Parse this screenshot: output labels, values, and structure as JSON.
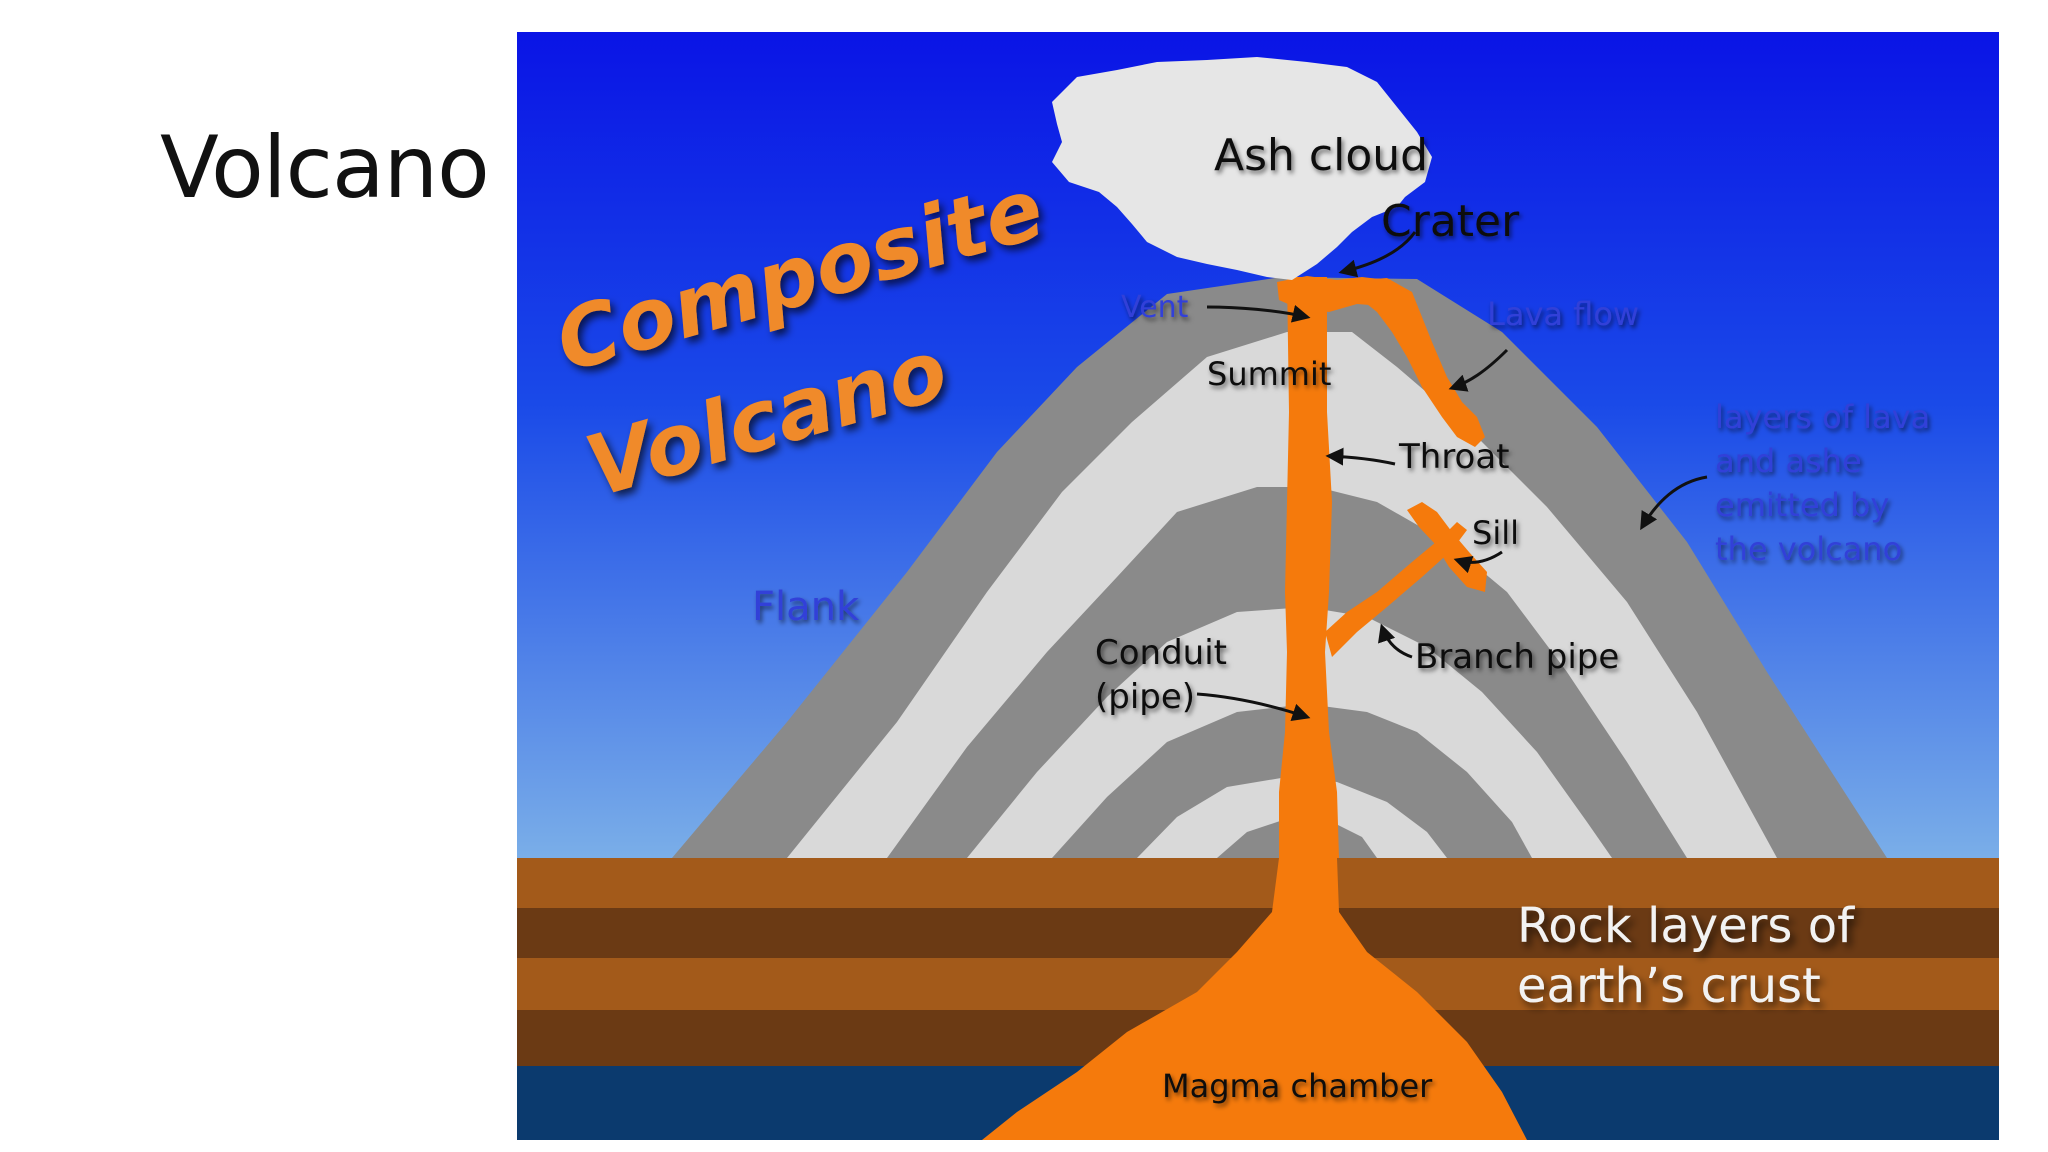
{
  "slide": {
    "title": "Volcano"
  },
  "diagram": {
    "heading_line1": "Composite",
    "heading_line2": "Volcano",
    "labels": {
      "ash_cloud": "Ash cloud",
      "crater": "Crater",
      "vent": "Vent",
      "lava_flow": "Lava flow",
      "summit": "Summit",
      "throat": "Throat",
      "layers_1": "layers of lava",
      "layers_2": "and ashe",
      "layers_3": "emitted by",
      "layers_4": "the volcano",
      "sill": "Sill",
      "flank": "Flank",
      "conduit_1": "Conduit",
      "conduit_2": "(pipe)",
      "branch_pipe": "Branch pipe",
      "rock_1": "Rock layers of",
      "rock_2": "earth’s crust",
      "magma_chamber": "Magma chamber"
    },
    "colors": {
      "sky_top": "#0a14e6",
      "sky_bottom": "#7aaee8",
      "ash": "#e6e6e6",
      "dark_layer": "#8a8a8a",
      "light_layer": "#d9d9d9",
      "magma": "#f57a0c",
      "rock_light": "#a35a1a",
      "rock_dark": "#6b3a14",
      "deep": "#0b3a6e",
      "heading_text": "#f08a2a",
      "rock_text": "#f2f2f2"
    }
  }
}
